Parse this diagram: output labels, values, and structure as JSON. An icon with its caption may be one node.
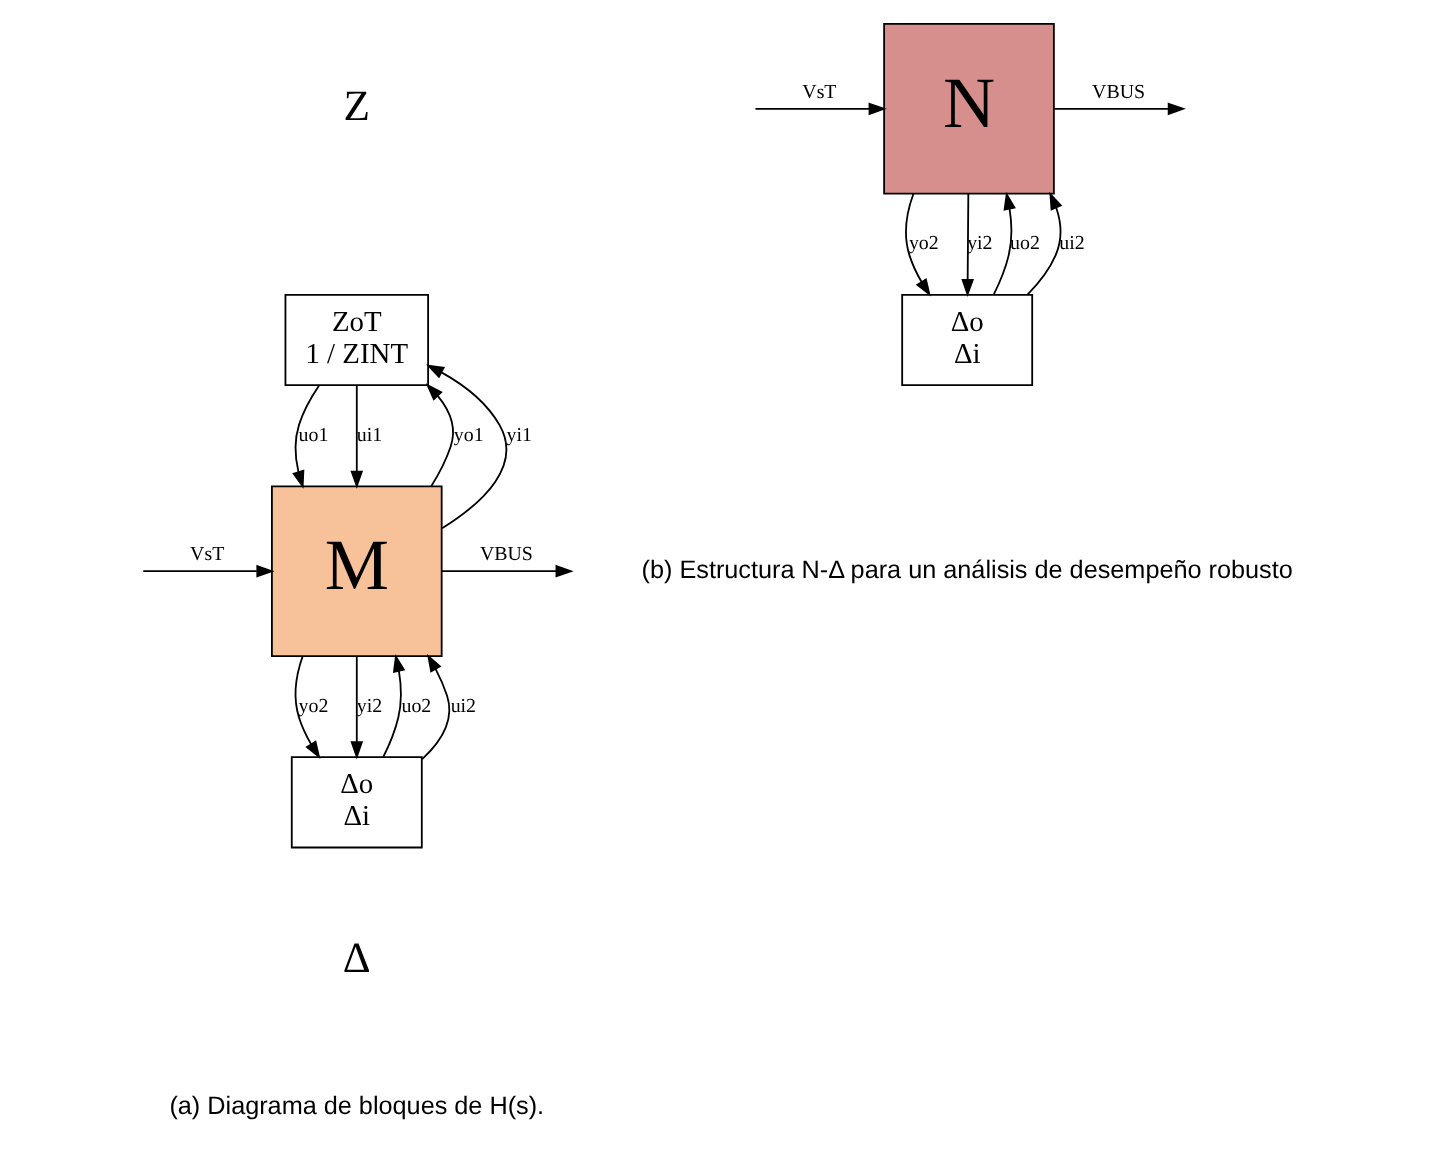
{
  "diagram": {
    "nodes": [
      {
        "text": [
          "ZoT",
          "1 / ZINT"
        ],
        "beside": [
          "Z"
        ]
      },
      {
        "text": [
          "M"
        ]
      },
      {
        "text": [
          "Δo",
          "Δi"
        ],
        "beside": [
          "Δ"
        ]
      },
      {
        "text": [
          "N"
        ]
      },
      {
        "text": [
          "Δo",
          "Δi"
        ]
      }
    ],
    "edges": [
      {
        "from": 1,
        "to": 0,
        "arrow": "to",
        "label": "yo1"
      },
      {
        "from": 1,
        "to": 0,
        "arrow": "to",
        "label": "yi1"
      },
      {
        "from": 0,
        "to": 1,
        "arrow": "to",
        "label": "uo1"
      },
      {
        "from": 0,
        "to": 1,
        "arrow": "to",
        "label": "ui1"
      },
      {
        "from": 1,
        "to": null,
        "arrow": "to",
        "label": "VBUS"
      },
      {
        "from": null,
        "to": 1,
        "arrow": "to",
        "label": "VsT"
      },
      {
        "from": 1,
        "to": 2,
        "arrow": "to",
        "label": "yo2"
      },
      {
        "from": 1,
        "to": 2,
        "arrow": "to",
        "label": "yi2"
      },
      {
        "from": 2,
        "to": 1,
        "arrow": "to",
        "label": "uo2"
      },
      {
        "from": 2,
        "to": 1,
        "arrow": "to",
        "label": "ui2"
      },
      {
        "from": 3,
        "to": null,
        "arrow": "to",
        "label": "VBUS"
      },
      {
        "from": null,
        "to": 3,
        "arrow": "to",
        "label": "VsT"
      },
      {
        "from": 3,
        "to": 4,
        "arrow": "to",
        "label": "yo2"
      },
      {
        "from": 3,
        "to": 4,
        "arrow": "to",
        "label": "yi2"
      },
      {
        "from": 4,
        "to": 3,
        "arrow": "to",
        "label": "uo2"
      },
      {
        "from": 4,
        "to": 3,
        "arrow": "to",
        "label": "ui2"
      }
    ],
    "labels": [
      "(a) Diagrama de bloques de H(s).",
      "(b) Estructura N-Δ para un análisis de desempeño robusto"
    ]
  }
}
